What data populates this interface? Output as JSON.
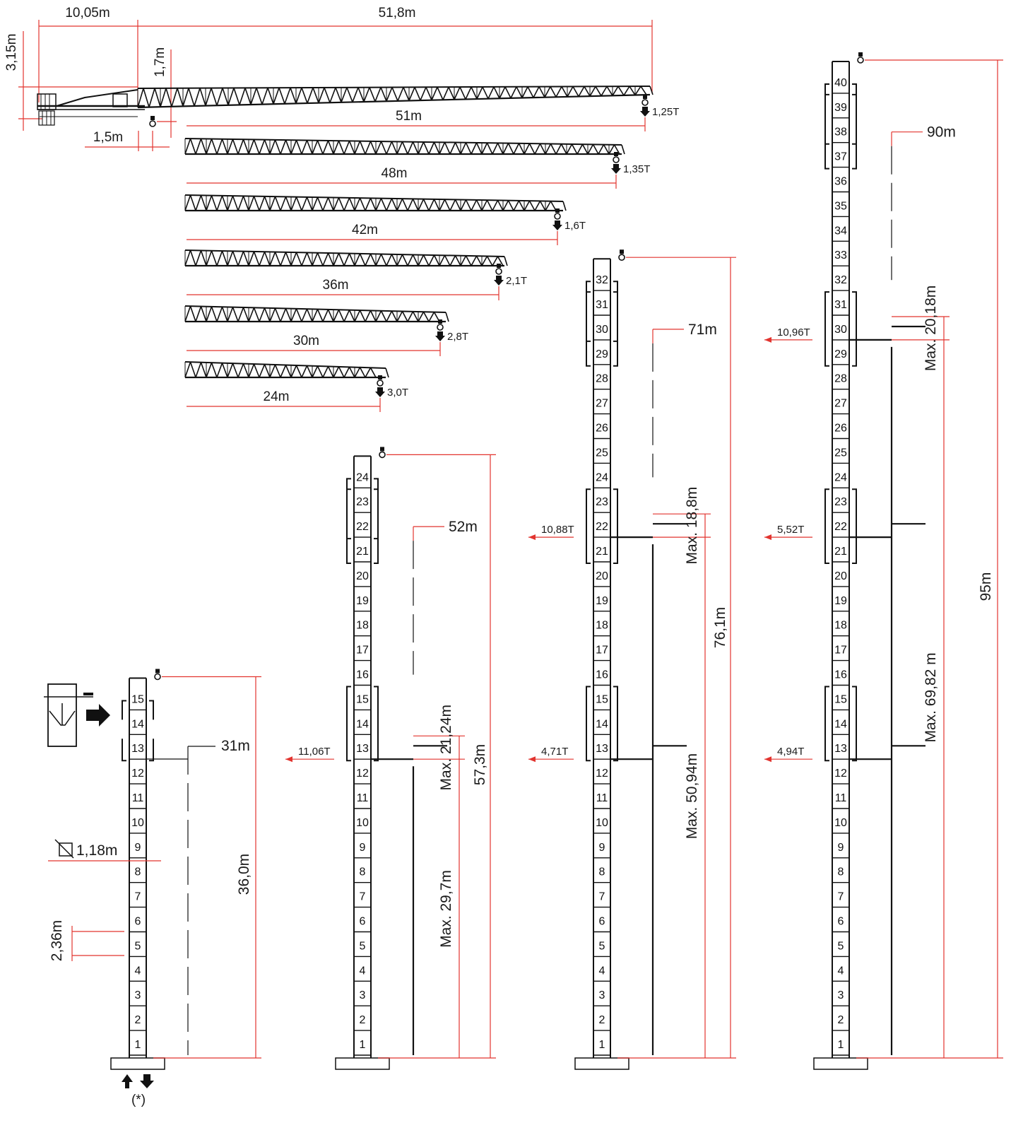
{
  "jib": {
    "dims_top": [
      "10,05m",
      "51,8m"
    ],
    "dim_left": "3,15m",
    "dim_height": "1,7m",
    "dim_trolley": "1,5m",
    "lengths": [
      {
        "length": "51m",
        "load": "1,25T"
      },
      {
        "length": "48m",
        "load": "1,35T"
      },
      {
        "length": "42m",
        "load": "1,6T"
      },
      {
        "length": "36m",
        "load": "2,1T"
      },
      {
        "length": "30m",
        "load": "2,8T"
      },
      {
        "length": "24m",
        "load": "3,0T"
      }
    ]
  },
  "towers": [
    {
      "sections": 15,
      "height_label": "36,0m",
      "tie_label": "31m",
      "mast_width": "1,18m",
      "section_height": "2,36m",
      "base_note": "(*)"
    },
    {
      "sections": 24,
      "height_label": "57,3m",
      "tie_label": "52m",
      "spans": [
        "Max. 21,24m",
        "Max. 29,7m"
      ],
      "forces": [
        "11,06T"
      ]
    },
    {
      "sections": 32,
      "height_label": "76,1m",
      "tie_label": "71m",
      "spans": [
        "Max. 18,8m",
        "Max. 50,94m"
      ],
      "forces": [
        "10,88T",
        "4,71T"
      ]
    },
    {
      "sections": 40,
      "height_label": "95m",
      "tie_label": "90m",
      "spans": [
        "Max. 20,18m",
        "Max. 69,82 m"
      ],
      "forces": [
        "10,96T",
        "5,52T",
        "4,94T"
      ]
    }
  ],
  "colors": {
    "dimension": "#e2342f",
    "structure": "#111111"
  }
}
